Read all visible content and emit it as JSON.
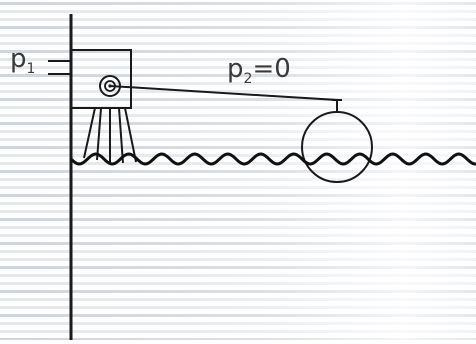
{
  "diagram": {
    "labels": {
      "p1": {
        "symbol": "p",
        "subscript": "1",
        "suffix": ""
      },
      "p2": {
        "symbol": "p",
        "subscript": "2",
        "suffix": "=0"
      }
    },
    "colors": {
      "background": "#ffffff",
      "stripe_light": "#e3e8ef",
      "stripe_dark": "#cdd5df",
      "ink": "#1a1a1a",
      "text": "#3a3a3a"
    },
    "icons": {
      "pressure_source": "box-with-spiral-icon",
      "float": "circle-float-icon",
      "surface": "wavy-liquid-surface"
    }
  }
}
